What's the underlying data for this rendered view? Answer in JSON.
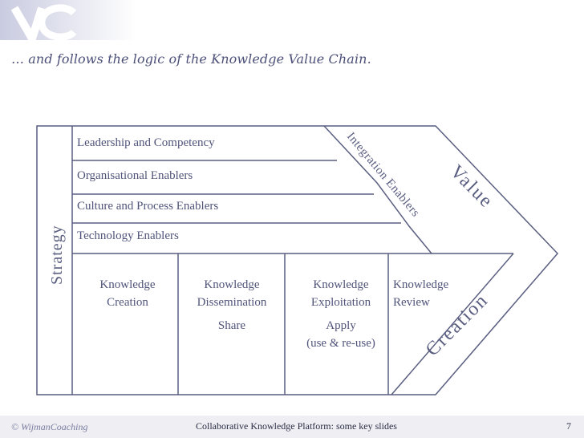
{
  "slide": {
    "subtitle": "… and follows the logic of the Knowledge Value Chain."
  },
  "diagram": {
    "strategy_label": "Strategy",
    "enablers": [
      "Leadership and Competency",
      "Organisational Enablers",
      "Culture and Process Enablers",
      "Technology Enablers"
    ],
    "integration_label": "Integration Enablers",
    "value_label": "Value",
    "creation_label": "Creation",
    "stages": [
      {
        "title_line1": "Knowledge",
        "title_line2": "Creation"
      },
      {
        "title_line1": "Knowledge",
        "title_line2": "Dissemination",
        "action": "Share"
      },
      {
        "title_line1": "Knowledge",
        "title_line2": "Exploitation",
        "action": "Apply",
        "action_note": "(use & re-use)"
      },
      {
        "title_line1": "Knowledge",
        "title_line2": "Review"
      }
    ]
  },
  "footer": {
    "copyright": "© WijmanCoaching",
    "center_text": "Collaborative Knowledge Platform: some key slides",
    "page_number": "7"
  }
}
